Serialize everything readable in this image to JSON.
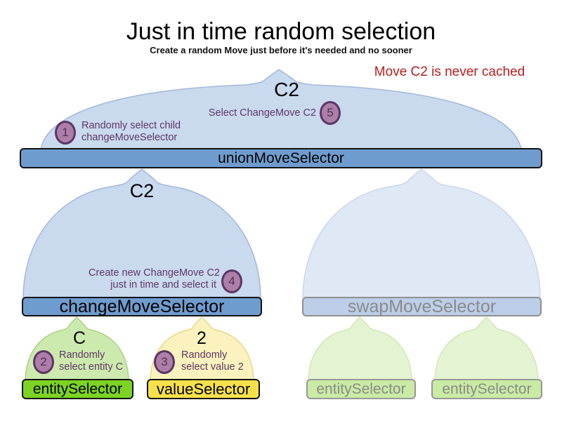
{
  "title": "Just in time random selection",
  "subtitle": "Create a random Move just before it's needed and no sooner",
  "note": "Move C2 is never cached",
  "selectors": {
    "union": "unionMoveSelector",
    "change": "changeMoveSelector",
    "swap": "swapMoveSelector",
    "entity": "entitySelector",
    "value": "valueSelector",
    "entity_faded_left": "entitySelector",
    "entity_faded_right": "entitySelector"
  },
  "move_labels": {
    "union_output": "C2",
    "change_output": "C2",
    "entity_output": "C",
    "value_output": "2"
  },
  "steps": {
    "s1": {
      "num": "1",
      "line1": "Randomly select child",
      "line2": "changeMoveSelector"
    },
    "s2": {
      "num": "2",
      "line1": "Randomly",
      "line2": "select entity C"
    },
    "s3": {
      "num": "3",
      "line1": "Randomly",
      "line2": "select value 2"
    },
    "s4": {
      "num": "4",
      "line1": "Create new ChangeMove C2",
      "line2": "just in time and select it"
    },
    "s5": {
      "num": "5",
      "line1": "Select ChangeMove C2"
    }
  },
  "colors": {
    "selector_blue": "#6f9cce",
    "dome_blue": "#c9d9ee",
    "faded_bar_blue": "#bccee8",
    "entity_green": "#7cd321",
    "value_yellow": "#f7e14a",
    "faded_green": "#c9eba4",
    "step_badge_plum": "#ad7fa8",
    "step_badge_border": "#5c3566",
    "annotation_purple": "#5e3766",
    "note_red": "#b81d1d"
  }
}
